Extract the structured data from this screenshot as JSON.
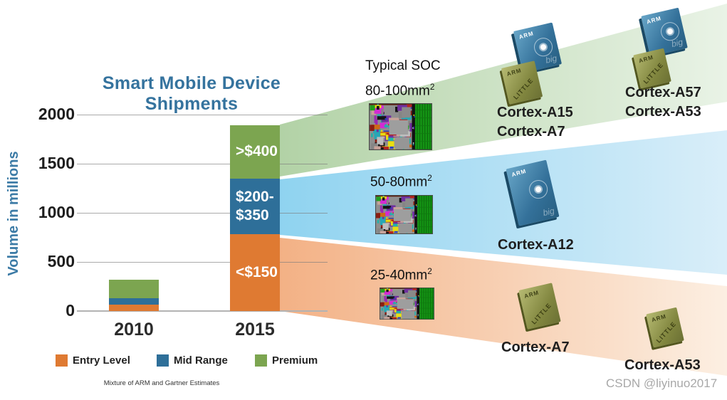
{
  "slide": {
    "title": "Smart Mobile Device Shipments",
    "footnote": "Mixture of ARM and Gartner Estimates",
    "watermark": "CSDN @liyinuo2017"
  },
  "chart_data": {
    "type": "bar",
    "stacked": true,
    "title": "Smart Mobile Device Shipments",
    "ylabel": "Volume in millions",
    "xlabel": "",
    "categories": [
      "2010",
      "2015"
    ],
    "series": [
      {
        "name": "Entry Level",
        "color": "#df7a32",
        "bar_label": "<$150",
        "values": [
          65,
          780
        ]
      },
      {
        "name": "Mid Range",
        "color": "#2e6f99",
        "bar_label": "$200-\n$350",
        "values": [
          65,
          570
        ]
      },
      {
        "name": "Premium",
        "color": "#7ca550",
        "bar_label": ">$400",
        "values": [
          190,
          540
        ]
      }
    ],
    "yticks": [
      0,
      500,
      1000,
      1500,
      2000
    ],
    "ylim": [
      0,
      2000
    ],
    "grid": true,
    "legend_position": "bottom",
    "annotations": "Price-band labels are shown inside the 2015 bar only"
  },
  "bands": {
    "premium": [
      "#b2d2a6",
      "#e9f3e6"
    ],
    "mid": [
      "#8fd3f0",
      "#d9eef9"
    ],
    "entry": [
      "#f3b185",
      "#fcefe2"
    ]
  },
  "soc_column": {
    "header": "Typical SOC",
    "items": [
      {
        "size_base": "80-100mm",
        "size_sup": "2"
      },
      {
        "size_base": "50-80mm",
        "size_sup": "2"
      },
      {
        "size_base": "25-40mm",
        "size_sup": "2"
      }
    ]
  },
  "chips": {
    "arm_label": "ARM",
    "big_label": "big",
    "little_label": "LITTLE",
    "groups": [
      {
        "labels": [
          "Cortex-A15",
          "Cortex-A7"
        ]
      },
      {
        "labels": [
          "Cortex-A57",
          "Cortex-A53"
        ]
      },
      {
        "labels": [
          "Cortex-A12"
        ]
      },
      {
        "labels": [
          "Cortex-A7"
        ]
      },
      {
        "labels": [
          "Cortex-A53"
        ]
      }
    ]
  }
}
